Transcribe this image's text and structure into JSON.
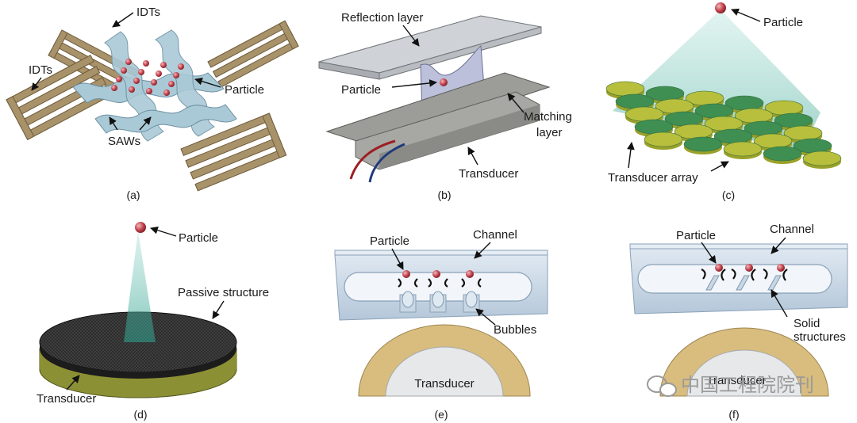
{
  "panels": {
    "a": {
      "caption": "(a)",
      "labels": {
        "idts_top": "IDTs",
        "idts_left": "IDTs",
        "particle": "Particle",
        "saws": "SAWs"
      }
    },
    "b": {
      "caption": "(b)",
      "labels": {
        "reflection": "Reflection layer",
        "particle": "Particle",
        "matching1": "Matching",
        "matching2": "layer",
        "transducer": "Transducer"
      }
    },
    "c": {
      "caption": "(c)",
      "labels": {
        "particle": "Particle",
        "array": "Transducer array"
      }
    },
    "d": {
      "caption": "(d)",
      "labels": {
        "particle": "Particle",
        "passive": "Passive structure",
        "transducer": "Transducer"
      }
    },
    "e": {
      "caption": "(e)",
      "labels": {
        "particle": "Particle",
        "channel": "Channel",
        "bubbles": "Bubbles",
        "transducer": "Transducer"
      }
    },
    "f": {
      "caption": "(f)",
      "labels": {
        "particle": "Particle",
        "channel": "Channel",
        "solid1": "Solid",
        "solid2": "structures",
        "transducer": "Transducer"
      }
    }
  },
  "watermark": {
    "text": "中国工程院院刊"
  },
  "colors": {
    "idt_gold": "#a8926a",
    "saw_blue": "#a9c9d6",
    "particle_red": "#c0404a",
    "glass": "#c5d6e4",
    "beam_teal": "#5fb8a8",
    "transducer_olive": "#b7bf3c",
    "disk_green": "#3f8e52",
    "ring_tan": "#d9bd7e"
  }
}
